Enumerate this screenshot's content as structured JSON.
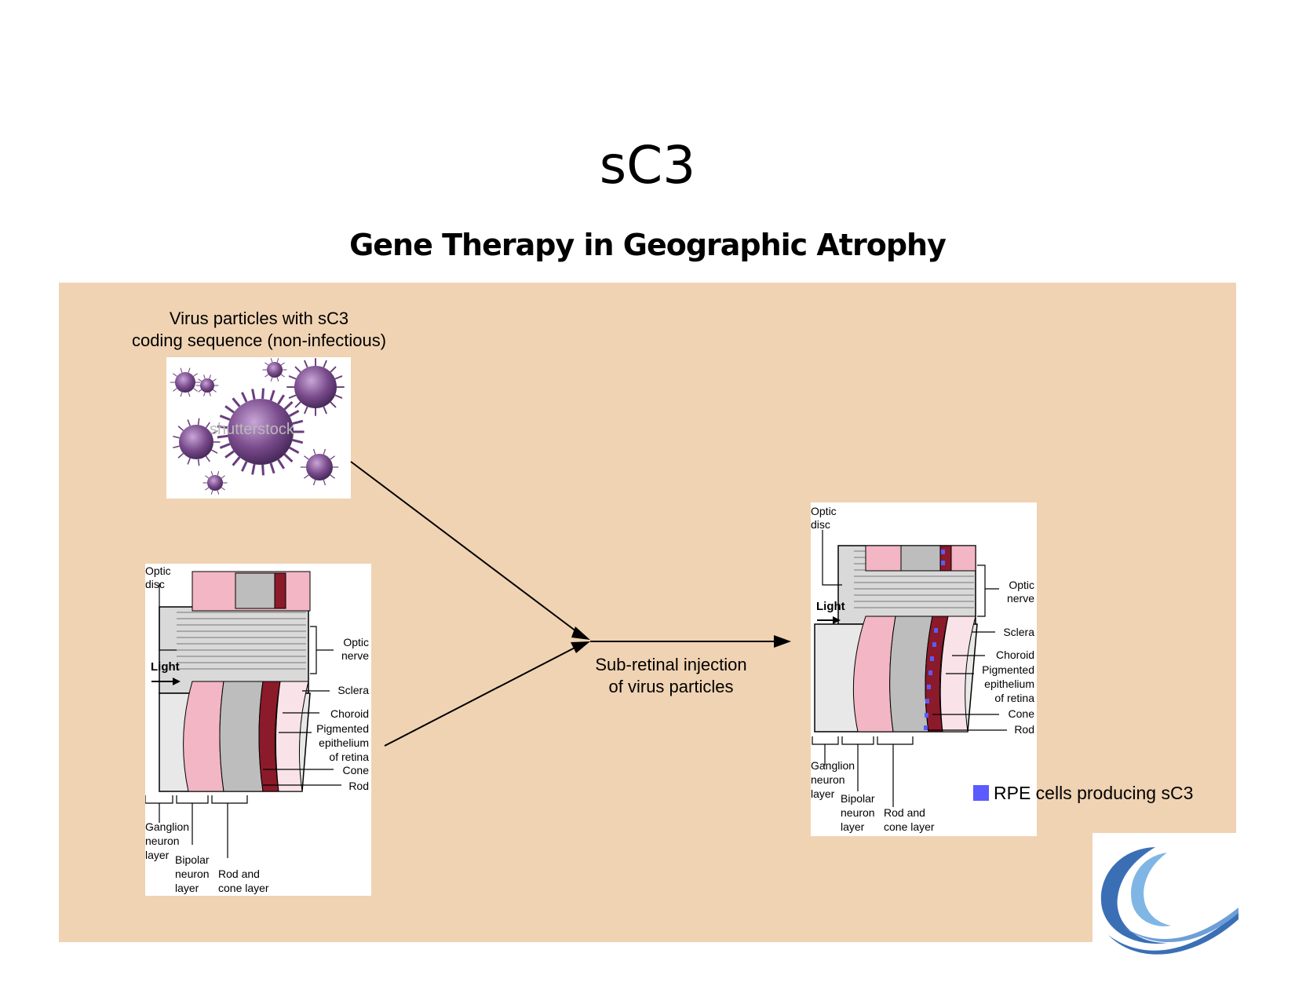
{
  "slide": {
    "title": "sC3",
    "subtitle": "Gene Therapy in Geographic Atrophy"
  },
  "virus": {
    "caption_line1": "Virus particles with sC3",
    "caption_line2": "coding sequence (non-infectious)",
    "watermark": "shutterstock"
  },
  "injection": {
    "caption_line1": "Sub-retinal injection",
    "caption_line2": "of virus particles"
  },
  "retina_labels": {
    "optic_disc_1": "Optic",
    "optic_disc_2": "disc",
    "light": "Light",
    "optic_nerve_1": "Optic",
    "optic_nerve_2": "nerve",
    "sclera": "Sclera",
    "choroid": "Choroid",
    "rpe_1": "Pigmented",
    "rpe_2": "epithelium",
    "rpe_3": "of retina",
    "cone": "Cone",
    "rod": "Rod",
    "ganglion_1": "Ganglion",
    "ganglion_2": "neuron",
    "ganglion_3": "layer",
    "bipolar_1": "Bipolar",
    "bipolar_2": "neuron",
    "bipolar_3": "layer",
    "rodcone_1": "Rod and",
    "rodcone_2": "cone layer"
  },
  "legend": {
    "label": "RPE cells producing sC3",
    "color": "#5b5bff"
  },
  "colors": {
    "panel": "#f0d3b3",
    "virus": "#7a4c8c",
    "tissue_pink": "#f2b6c4",
    "logo_blue": "#3a6fb5"
  }
}
